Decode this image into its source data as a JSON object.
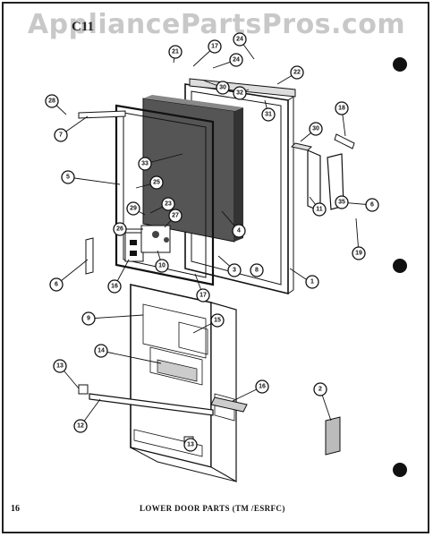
{
  "watermark": "AppliancePartsPros.com",
  "corner_label": "C11",
  "page_number": "16",
  "caption": "LOWER DOOR PARTS (TM /ESRFC)",
  "callouts": {
    "c1": "1",
    "c2": "2",
    "c3": "3",
    "c4": "4",
    "c5": "5",
    "c6a": "6",
    "c6b": "6",
    "c7": "7",
    "c8": "8",
    "c9": "9",
    "c10": "10",
    "c11": "11",
    "c12": "12",
    "c13a": "13",
    "c13b": "13",
    "c14": "14",
    "c15": "15",
    "c16a": "16",
    "c16b": "16",
    "c17a": "17",
    "c17b": "17",
    "c18": "18",
    "c19": "19",
    "c21": "21",
    "c22": "22",
    "c23": "23",
    "c24a": "24",
    "c24b": "24",
    "c25": "25",
    "c26": "26",
    "c27": "27",
    "c28": "28",
    "c29": "29",
    "c30a": "30",
    "c30b": "30",
    "c31": "31",
    "c32": "32",
    "c33": "33",
    "c35": "35"
  }
}
